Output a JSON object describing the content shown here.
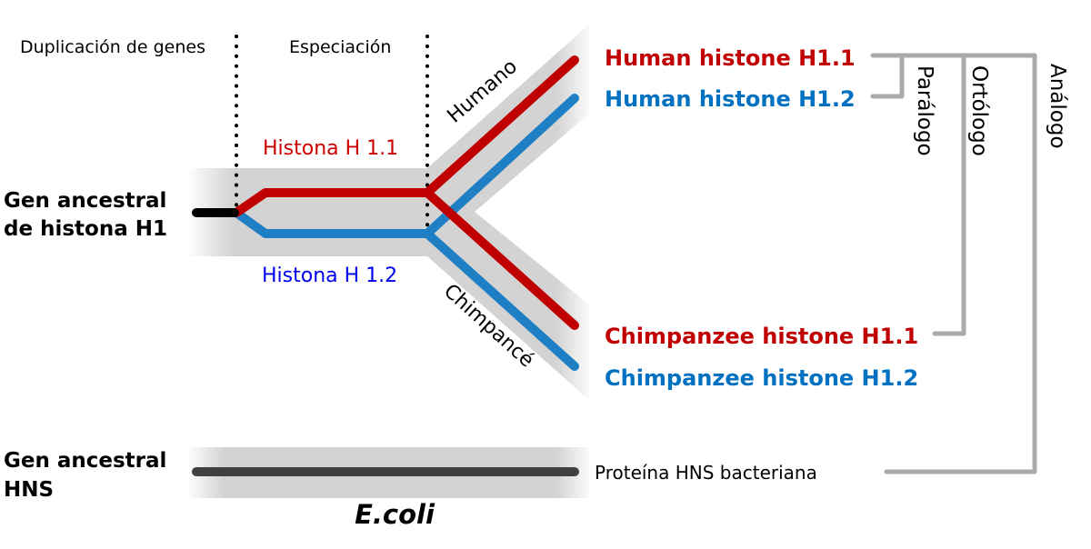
{
  "headers": {
    "duplication": "Duplicación de genes",
    "speciation": "Especiación"
  },
  "ancestral_h1": {
    "line1": "Gen ancestral",
    "line2": "de histona H1"
  },
  "ancestral_hns": {
    "line1": "Gen ancestral",
    "line2": "HNS"
  },
  "paralogs": {
    "h11": "Histona H 1.1",
    "h12": "Histona H 1.2"
  },
  "species": {
    "human": "Humano",
    "chimp": "Chimpancé"
  },
  "genes": {
    "human_h11": "Human histone H1.1",
    "human_h12": "Human histone H1.2",
    "chimp_h11": "Chimpanzee histone H1.1",
    "chimp_h12": "Chimpanzee histone H1.2",
    "bacterial": "Proteína HNS bacteriana"
  },
  "brackets": {
    "paralog": "Parálogo",
    "ortholog": "Ortólogo",
    "analog": "Análogo"
  },
  "organism": "E.coli",
  "colors": {
    "red": "#c00000",
    "blue": "#1e7fc4",
    "band": "#d3d3d3",
    "bracket": "#aaaaaa"
  }
}
